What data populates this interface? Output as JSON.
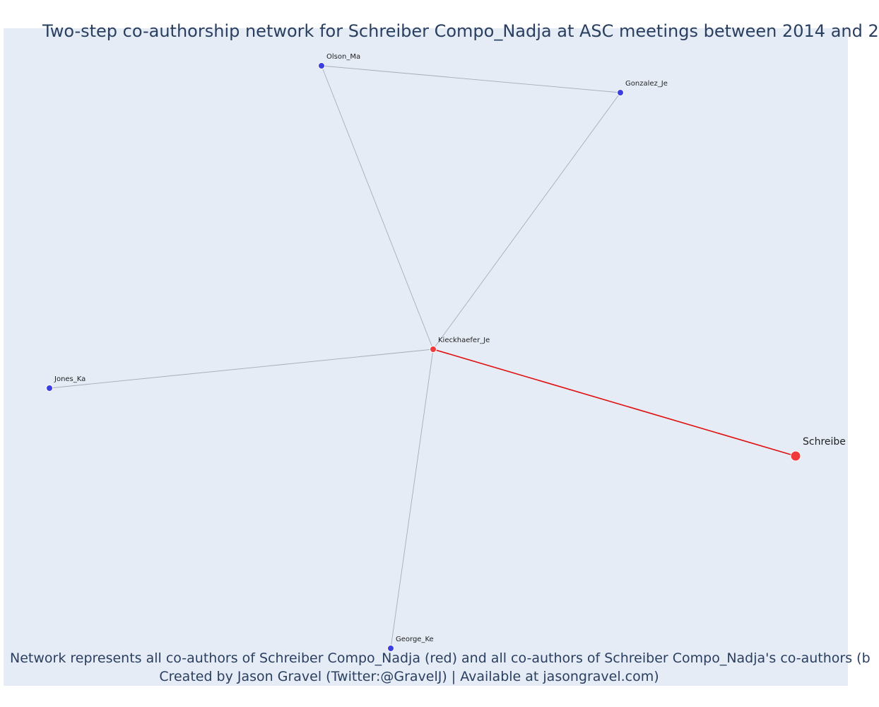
{
  "title": "Two-step co-authorship network for Schreiber Compo_Nadja at ASC meetings between 2014 and 2",
  "caption": {
    "line1": "Network represents all co-authors of Schreiber Compo_Nadja (red) and all co-authors of Schreiber Compo_Nadja's co-authors (b",
    "line2": "Created by Jason Gravel (Twitter:@GravelJ) | Available at jasongravel.com)"
  },
  "colors": {
    "plot_bg": "#e5ecf6",
    "focal": "#ef3b3b",
    "secondary": "#3b3fe0",
    "edge": "#a9abbb",
    "focal_edge": "#e01010"
  },
  "nodes": [
    {
      "id": "olson",
      "label": "Olson_Ma",
      "role": "secondary"
    },
    {
      "id": "gonzalez",
      "label": "Gonzalez_Je",
      "role": "secondary"
    },
    {
      "id": "kieckhaefer",
      "label": "Kieckhaefer_Je",
      "role": "first-degree"
    },
    {
      "id": "jones",
      "label": "Jones_Ka",
      "role": "secondary"
    },
    {
      "id": "schreiber",
      "label": "Schreibe",
      "role": "focal"
    },
    {
      "id": "george",
      "label": "George_Ke",
      "role": "secondary"
    }
  ],
  "edges": [
    {
      "source": "olson",
      "target": "gonzalez",
      "highlight": false
    },
    {
      "source": "olson",
      "target": "kieckhaefer",
      "highlight": false
    },
    {
      "source": "gonzalez",
      "target": "kieckhaefer",
      "highlight": false
    },
    {
      "source": "jones",
      "target": "kieckhaefer",
      "highlight": false
    },
    {
      "source": "george",
      "target": "kieckhaefer",
      "highlight": false
    },
    {
      "source": "kieckhaefer",
      "target": "schreiber",
      "highlight": true
    }
  ]
}
